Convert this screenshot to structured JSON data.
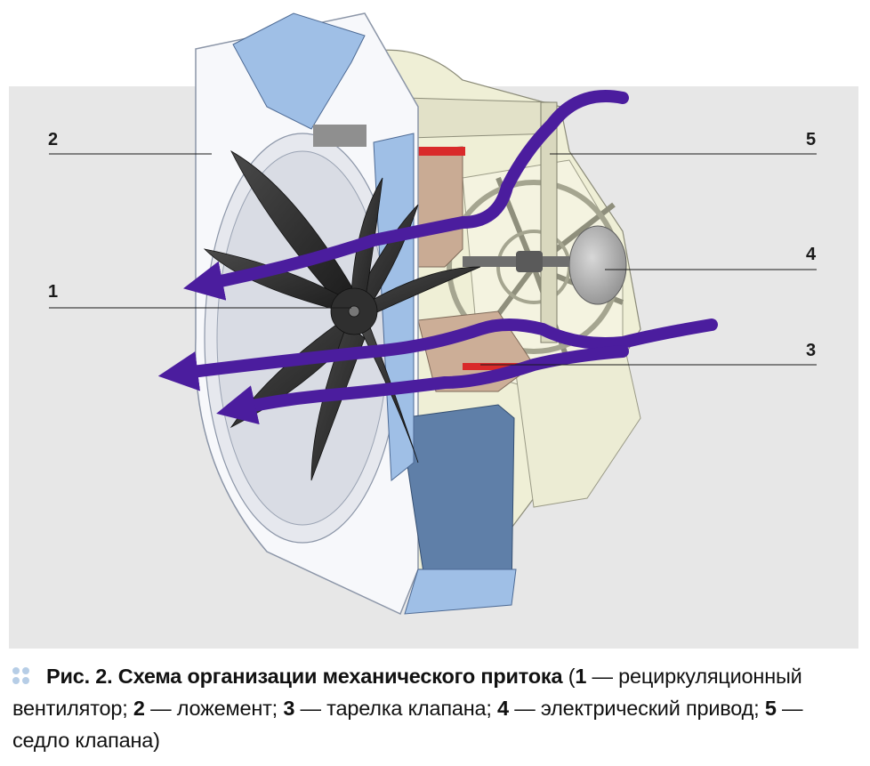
{
  "labels": {
    "fan": "1",
    "cradle": "2",
    "valve_plate": "3",
    "drive": "4",
    "valve_seat": "5"
  },
  "caption": {
    "fig_label": "Рис. 2.",
    "title": "Схема организации механического притока",
    "open_paren": " (",
    "n1": "1",
    "t1": " — рециркуля­ционный вентилятор; ",
    "n2": "2",
    "t2": " — ложемент; ",
    "n3": "3",
    "t3": " — тарелка клапана; ",
    "n4": "4",
    "t4": " — электри­ческий привод; ",
    "n5": "5",
    "t5": " — седло клапана)"
  },
  "colors": {
    "panel_bg": "#e7e7e7",
    "airflow": "#4b1d9e",
    "frame_blue": "#7f9fce",
    "housing": "#efefd8",
    "blades": "#2b2b2b",
    "seal": "#d92a2a",
    "bullet": "#b6cde6"
  }
}
